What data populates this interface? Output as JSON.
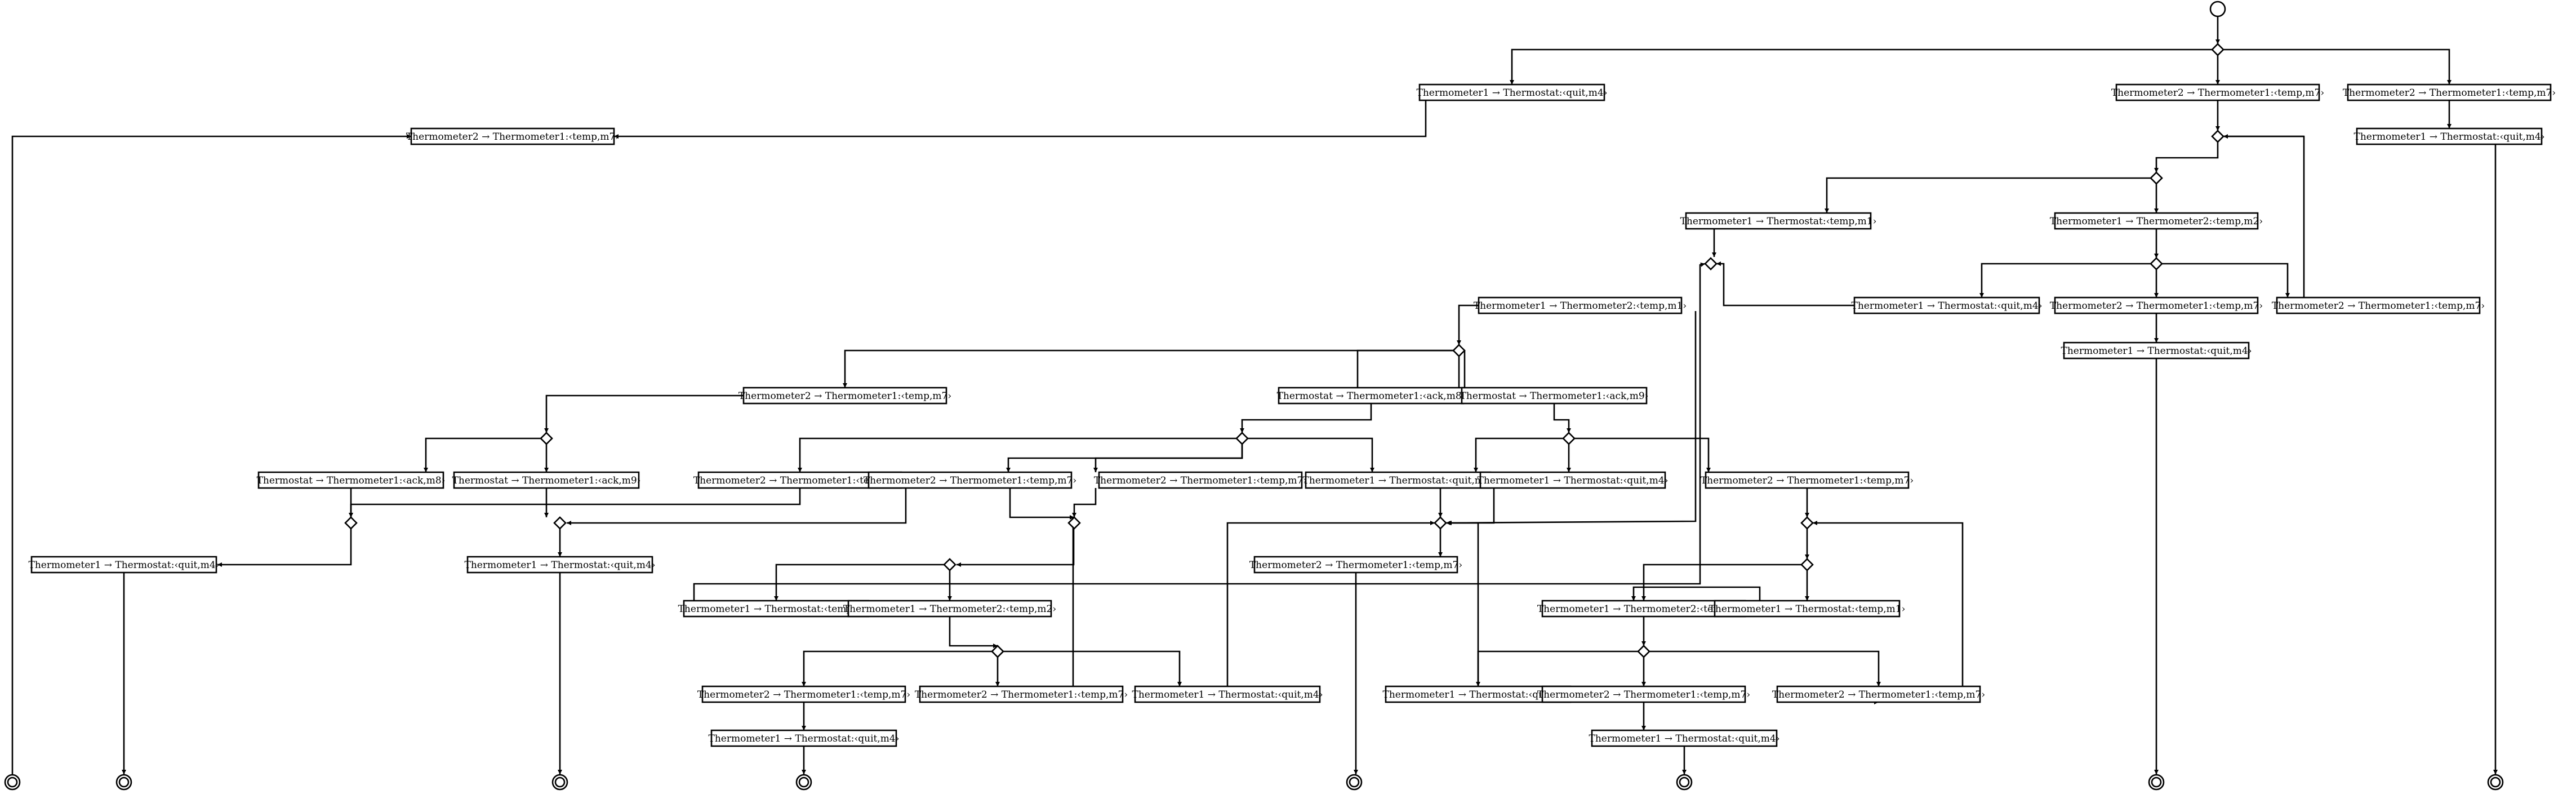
{
  "diagram": {
    "nodes": [
      {
        "id": "start",
        "kind": "start"
      },
      {
        "id": "d0",
        "kind": "decision"
      },
      {
        "id": "n1",
        "kind": "action",
        "label": "Thermometer1 → Thermostat:‹quit,m4›"
      },
      {
        "id": "n2",
        "kind": "action",
        "label": "Thermometer2 → Thermometer1:‹temp,m7›"
      },
      {
        "id": "n3",
        "kind": "action",
        "label": "Thermometer2 → Thermometer1:‹temp,m7›"
      },
      {
        "id": "n4",
        "kind": "action",
        "label": "Thermometer2 → Thermometer1:‹temp,m7›"
      },
      {
        "id": "n5",
        "kind": "action",
        "label": "Thermometer1 → Thermostat:‹quit,m4›"
      },
      {
        "id": "d1",
        "kind": "decision"
      },
      {
        "id": "d2",
        "kind": "decision"
      },
      {
        "id": "n6",
        "kind": "action",
        "label": "Thermometer1 → Thermostat:‹temp,m1›"
      },
      {
        "id": "n7",
        "kind": "action",
        "label": "Thermometer1 → Thermometer2:‹temp,m2›"
      },
      {
        "id": "d3",
        "kind": "decision"
      },
      {
        "id": "d4",
        "kind": "decision"
      },
      {
        "id": "n8",
        "kind": "action",
        "label": "Thermometer1 → Thermometer2:‹temp,m1›"
      },
      {
        "id": "n9",
        "kind": "action",
        "label": "Thermometer1 → Thermostat:‹quit,m4›"
      },
      {
        "id": "n10",
        "kind": "action",
        "label": "Thermometer2 → Thermometer1:‹temp,m7›"
      },
      {
        "id": "n11",
        "kind": "action",
        "label": "Thermometer2 → Thermometer1:‹temp,m7›"
      },
      {
        "id": "n12",
        "kind": "action",
        "label": "Thermometer1 → Thermostat:‹quit,m4›"
      },
      {
        "id": "d5",
        "kind": "decision"
      },
      {
        "id": "n13",
        "kind": "action",
        "label": "Thermometer2 → Thermometer1:‹temp,m7›"
      },
      {
        "id": "n14",
        "kind": "action",
        "label": "Thermostat → Thermometer1:‹ack,m8›"
      },
      {
        "id": "n15",
        "kind": "action",
        "label": "Thermostat → Thermometer1:‹ack,m9›"
      },
      {
        "id": "d6",
        "kind": "decision"
      },
      {
        "id": "d7",
        "kind": "decision"
      },
      {
        "id": "d8",
        "kind": "decision"
      },
      {
        "id": "n16",
        "kind": "action",
        "label": "Thermostat → Thermometer1:‹ack,m8›"
      },
      {
        "id": "n17",
        "kind": "action",
        "label": "Thermostat → Thermometer1:‹ack,m9›"
      },
      {
        "id": "n18",
        "kind": "action",
        "label": "Thermometer2 → Thermometer1:‹temp,m7›"
      },
      {
        "id": "n19",
        "kind": "action",
        "label": "Thermometer2 → Thermometer1:‹temp,m7›"
      },
      {
        "id": "n20",
        "kind": "action",
        "label": "Thermometer2 → Thermometer1:‹temp,m7›"
      },
      {
        "id": "n21",
        "kind": "action",
        "label": "Thermometer1 → Thermostat:‹quit,m4›"
      },
      {
        "id": "n22",
        "kind": "action",
        "label": "Thermometer1 → Thermostat:‹quit,m4›"
      },
      {
        "id": "n23",
        "kind": "action",
        "label": "Thermometer2 → Thermometer1:‹temp,m7›"
      },
      {
        "id": "d9",
        "kind": "decision"
      },
      {
        "id": "d10",
        "kind": "decision"
      },
      {
        "id": "d11",
        "kind": "decision"
      },
      {
        "id": "d12",
        "kind": "decision"
      },
      {
        "id": "d13",
        "kind": "decision"
      },
      {
        "id": "d14",
        "kind": "decision"
      },
      {
        "id": "n24",
        "kind": "action",
        "label": "Thermometer1 → Thermostat:‹quit,m4›"
      },
      {
        "id": "n25",
        "kind": "action",
        "label": "Thermometer1 → Thermostat:‹quit,m4›"
      },
      {
        "id": "n26",
        "kind": "action",
        "label": "Thermometer2 → Thermometer1:‹temp,m7›"
      },
      {
        "id": "d15",
        "kind": "decision"
      },
      {
        "id": "n27",
        "kind": "action",
        "label": "Thermometer1 → Thermostat:‹temp,m1›"
      },
      {
        "id": "n28",
        "kind": "action",
        "label": "Thermometer1 → Thermometer2:‹temp,m2›"
      },
      {
        "id": "n29",
        "kind": "action",
        "label": "Thermometer1 → Thermometer2:‹temp,m2›"
      },
      {
        "id": "n30",
        "kind": "action",
        "label": "Thermometer1 → Thermostat:‹temp,m1›"
      },
      {
        "id": "d16",
        "kind": "decision"
      },
      {
        "id": "d17",
        "kind": "decision"
      },
      {
        "id": "n31",
        "kind": "action",
        "label": "Thermometer2 → Thermometer1:‹temp,m7›"
      },
      {
        "id": "n32",
        "kind": "action",
        "label": "Thermometer2 → Thermometer1:‹temp,m7›"
      },
      {
        "id": "n33",
        "kind": "action",
        "label": "Thermometer1 → Thermostat:‹quit,m4›"
      },
      {
        "id": "n34",
        "kind": "action",
        "label": "Thermometer1 → Thermostat:‹quit,m4›"
      },
      {
        "id": "n35",
        "kind": "action",
        "label": "Thermometer2 → Thermometer1:‹temp,m7›"
      },
      {
        "id": "n36",
        "kind": "action",
        "label": "Thermometer2 → Thermometer1:‹temp,m7›"
      },
      {
        "id": "n37",
        "kind": "action",
        "label": "Thermometer1 → Thermostat:‹quit,m4›"
      },
      {
        "id": "n38",
        "kind": "action",
        "label": "Thermometer1 → Thermostat:‹quit,m4›"
      },
      {
        "id": "f1",
        "kind": "final"
      },
      {
        "id": "f2",
        "kind": "final"
      },
      {
        "id": "f3",
        "kind": "final"
      },
      {
        "id": "f4",
        "kind": "final"
      },
      {
        "id": "f5",
        "kind": "final"
      },
      {
        "id": "f6",
        "kind": "final"
      },
      {
        "id": "f7",
        "kind": "final"
      },
      {
        "id": "f8",
        "kind": "final"
      }
    ]
  }
}
